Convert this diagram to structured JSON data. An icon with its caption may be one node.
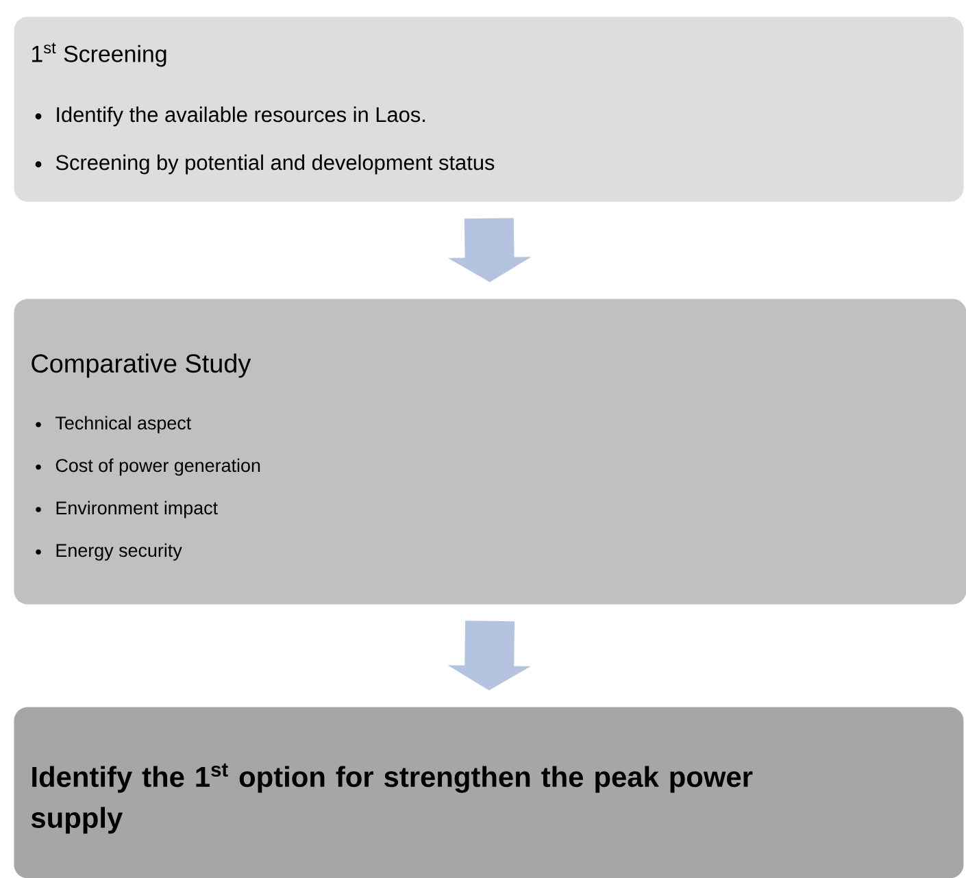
{
  "diagram": {
    "nodes": [
      {
        "text": [
          "1$^{st}$ Screening",
          "Identify the available resources in Laos.",
          "Screening by potential and development status"
        ]
      },
      {
        "text": [
          "Comparative Study",
          "Technical aspect",
          "Cost of power generation",
          "Environment impact",
          "Energy security"
        ]
      },
      {
        "text": [
          "Identify the 1$^{st}$ option for strengthen the peak power supply"
        ]
      }
    ],
    "edges": [
      {
        "from": 0,
        "to": 1,
        "arrow": "to"
      },
      {
        "from": 1,
        "to": 2,
        "arrow": "to"
      }
    ]
  }
}
